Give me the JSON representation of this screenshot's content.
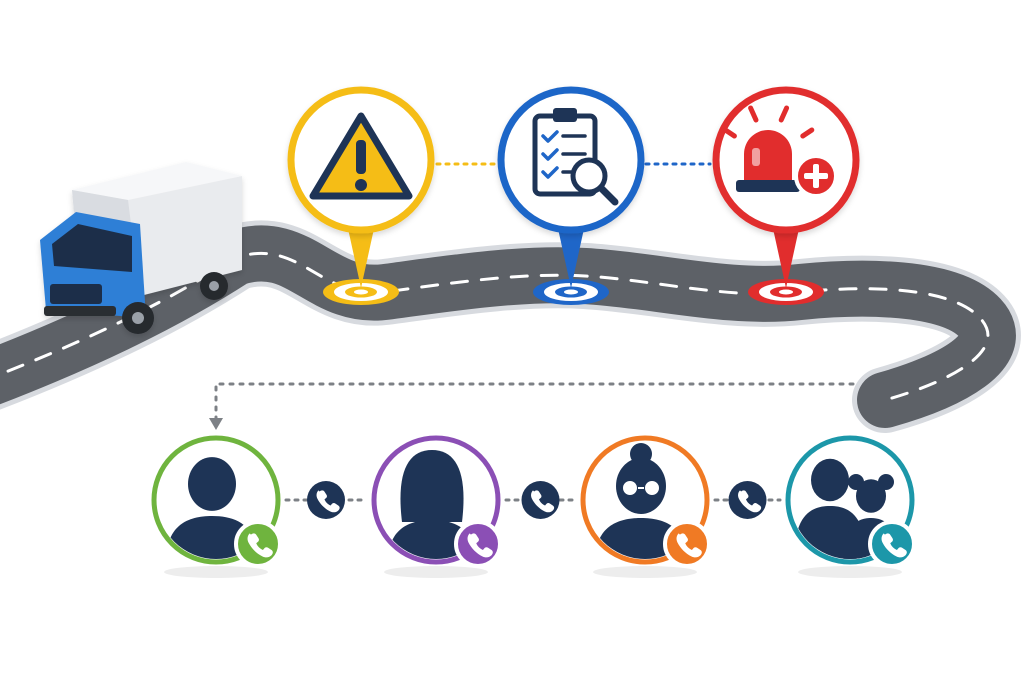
{
  "diagram": {
    "colors": {
      "road": "#5d6167",
      "road_edge": "#d7dadf",
      "lane_marking": "#ffffff",
      "connector": "#7d8186",
      "icon_navy": "#1e3456",
      "truck_cab": "#2f7fd6",
      "truck_box": "#e9ebee"
    },
    "milestones": [
      {
        "name": "warning",
        "icon": "warning-triangle-icon",
        "color": "#f5bd16"
      },
      {
        "name": "inspection",
        "icon": "clipboard-search-icon",
        "color": "#1f66c8"
      },
      {
        "name": "emergency",
        "icon": "emergency-siren-plus-icon",
        "color": "#e12d2d"
      }
    ],
    "contacts": [
      {
        "name": "man",
        "icon": "man-avatar-icon",
        "color": "#6fb43e"
      },
      {
        "name": "woman",
        "icon": "woman-avatar-icon",
        "color": "#8b4fb5"
      },
      {
        "name": "elderly-woman",
        "icon": "elderly-woman-avatar-icon",
        "color": "#f07a24"
      },
      {
        "name": "family",
        "icon": "family-avatar-icon",
        "color": "#1c97a9"
      }
    ],
    "connector_icon": "phone-icon"
  }
}
